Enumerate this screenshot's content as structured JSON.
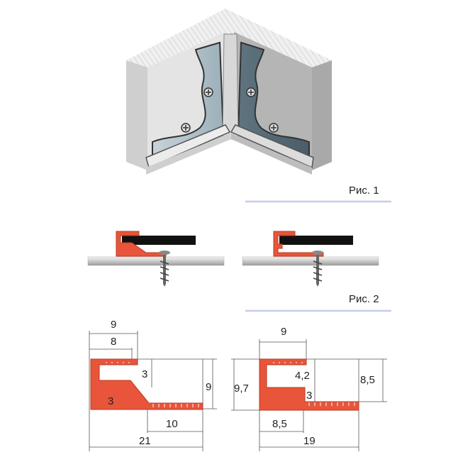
{
  "figures": {
    "fig1_caption": "Рис. 1",
    "fig2_caption": "Рис. 2"
  },
  "colors": {
    "profile": "#e8553a",
    "profile_stroke": "#b93a22",
    "caption_rule": "#c5cdea",
    "tile": "#111111",
    "wall_light": "#e6e6e6",
    "wall_dark": "#b9b9b9",
    "glass": "#9fb2bd"
  },
  "drawing_left": {
    "top_width": "9",
    "inner_width": "8",
    "lip_height": "3",
    "step_height": "3",
    "total_height": "9",
    "base_length": "10",
    "total_length": "21"
  },
  "drawing_right": {
    "top_width": "9",
    "total_height": "9,7",
    "inner_height": "4,2",
    "step_height": "3",
    "right_height": "8,5",
    "inner_length": "8,5",
    "total_length": "19"
  }
}
